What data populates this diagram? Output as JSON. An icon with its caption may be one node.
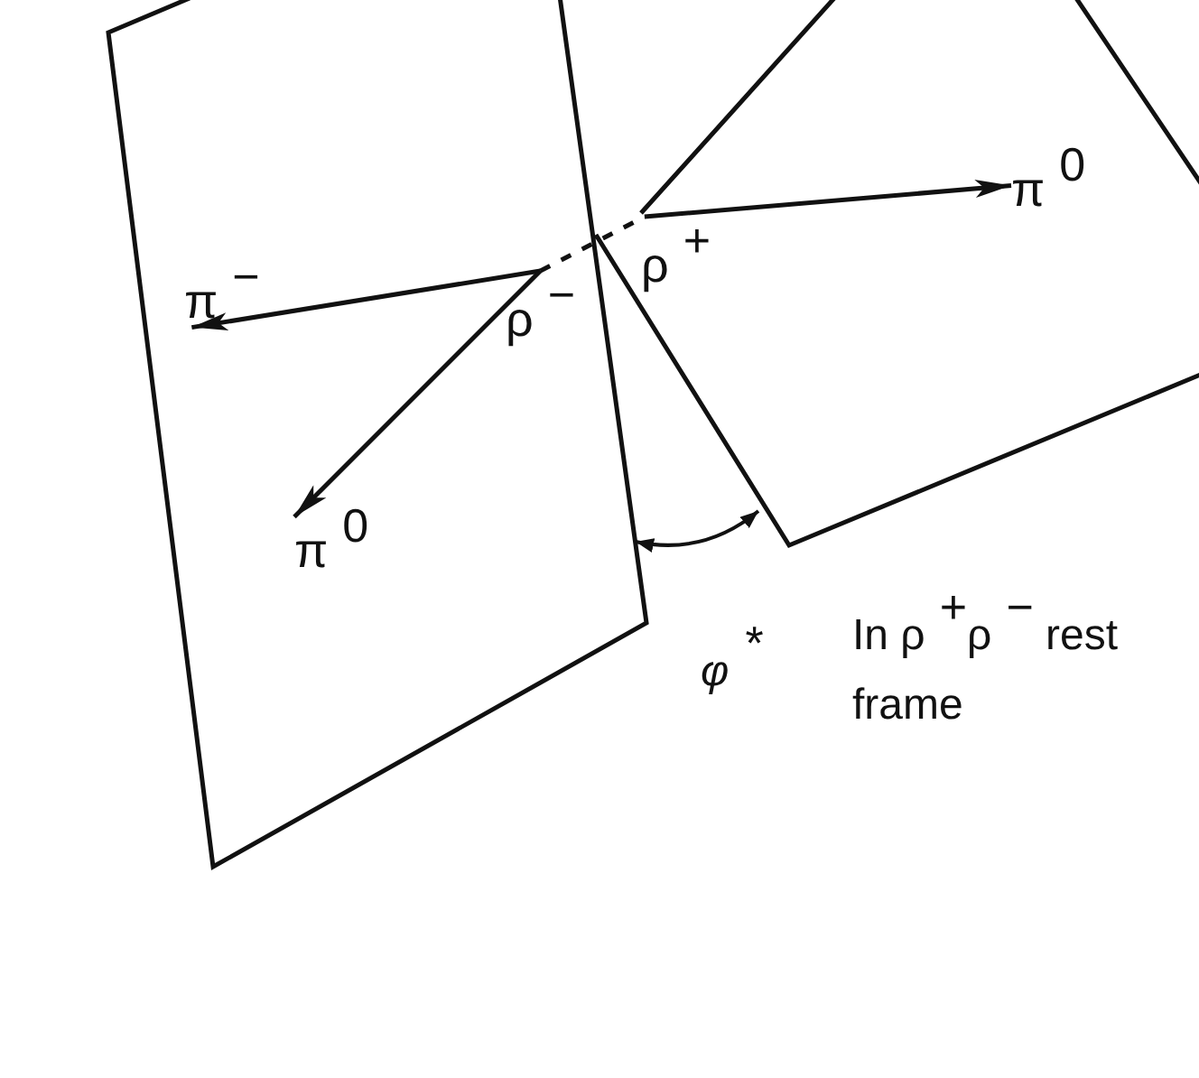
{
  "diagram": {
    "nodes": [
      {
        "text": [
          "ρ$^{−}$"
        ]
      },
      {
        "text": [
          "π$^{−}$"
        ]
      },
      {
        "text": [
          "π$^{0}$"
        ]
      },
      {
        "text": [
          "ρ$^{+}$"
        ]
      },
      {
        "text": [
          "π$^{0}$"
        ]
      }
    ],
    "edges": [
      {
        "from": 0,
        "to": 1,
        "arrow": "to"
      },
      {
        "from": 0,
        "to": 2,
        "arrow": "to"
      },
      {
        "from": 0,
        "to": 3,
        "arrow": "none",
        "style": "dashed"
      },
      {
        "from": 3,
        "to": 4,
        "arrow": "to"
      }
    ],
    "labels": [
      "φ$^{*}$",
      "In ρ$^{+}$ρ$^{−}$ rest frame"
    ]
  }
}
